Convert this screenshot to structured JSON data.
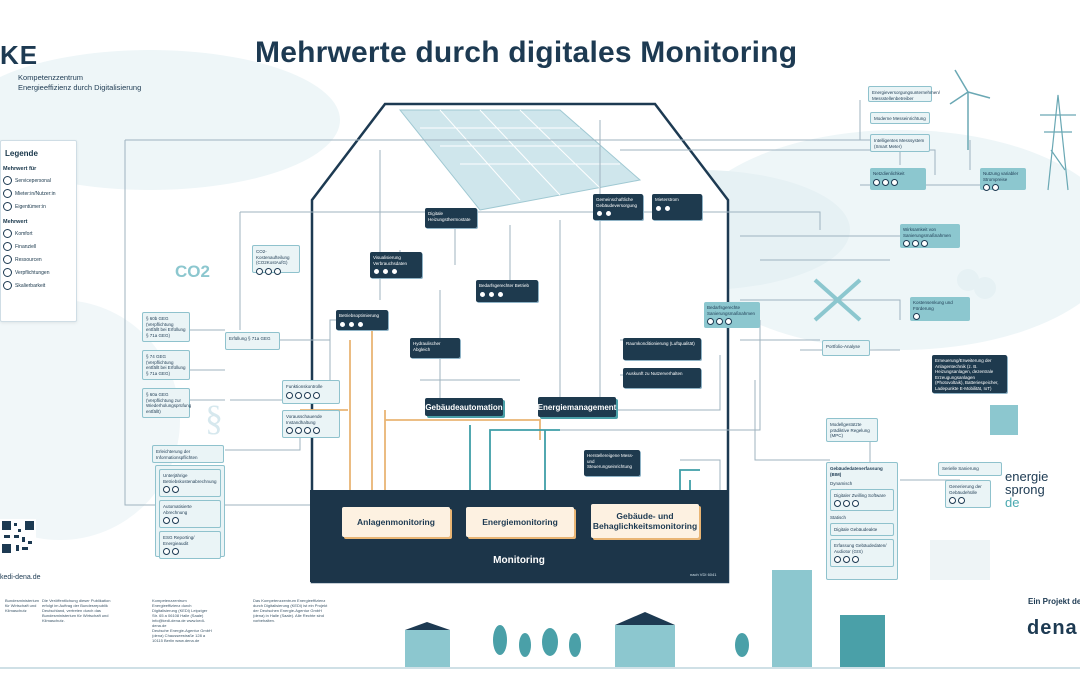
{
  "title": "Mehrwerte durch digitales Monitoring",
  "logo": {
    "mark": "KE",
    "line1": "Kompetenzzentrum",
    "line2": "Energieeffizienz durch Digitalisierung"
  },
  "legend": {
    "title": "Legende",
    "benefit_for_heading": "Mehrwert für",
    "benefit_for": [
      "Servicepersonal",
      "Mieter:in/Nutzer:in",
      "Eigentümer:in"
    ],
    "value_heading": "Mehrwert",
    "values": [
      "Komfort",
      "Finanziell",
      "Ressourcen",
      "Verpflichtungen",
      "Skalierbarkeit"
    ]
  },
  "monitoring": {
    "label": "Monitoring",
    "note": "nach VDI 6041",
    "boxes": [
      "Anlagenmonitoring",
      "Energiemonitoring",
      "Gebäude- und Behaglichkeitsmonitoring"
    ]
  },
  "management": [
    "Gebäudeautomation",
    "Energiemanagement"
  ],
  "nodes": {
    "digitale_heizung": "Digitale Heizungsthermostate",
    "visualisierung": "Visualisierung Verbrauchsdaten",
    "bedarfsgerechter_betrieb": "Bedarfsgerechter Betrieb",
    "betriebsoptimierung": "Betriebsoptimierung",
    "hydraulischer_abgleich": "Hydraulischer Abgleich",
    "gemeinschaftliche": "Gemeinschaftliche Gebäudeversorgung",
    "mieterstrom": "Mieterstrom",
    "raumkonditionierung": "Raumkonditionierung (Luftqualität)",
    "auskunft": "Auskunft zu Nutzerverhalten",
    "herstellereigene": "Herstellereigene Mess- und Steuerungseinrichtung",
    "funktionskontrolle": "Funktionskontrolle",
    "vorausschauende": "Vorausschauende Instandhaltung",
    "erfuellung_geg": "Erfüllung § 71a GEG",
    "co2_kosten": "CO2-Kostenaufteilung (CO2KostAufG)",
    "geg_1": "§ 60b GEG (Verpflichtung entfällt bei Erfüllung § 71a GEG)",
    "geg_2": "§ 74 GEG (Verpflichtung entfällt bei Erfüllung § 71a GEG)",
    "geg_3": "§ 60a GEG (Verpflichtung zur Wiederholungsprüfung entfällt)",
    "erleichterung": "Erleichterung der Informationspflichten",
    "unterjaehrige": "Unterjährige Betriebskostenabrechnung",
    "automatisierte": "Automatisierte Abrechnung",
    "esg": "ESG Reporting/ Energieaudit",
    "energieversorger": "Energieversorgungsunternehmen/ Messstellenbetreiber",
    "moderne": "Moderne Messeinrichtung",
    "intelligentes": "Intelligentes Messsystem (Smart Meter)",
    "netzdienlichkeit": "Netzdienlichkeit",
    "nutzung_variabler": "Nutzung variabler Strompreise",
    "wirksamkeit": "Wirksamkeit von Sanierungsmaßnahmen",
    "bedarfsgerechte_sanierung": "Bedarfsgerechte Sanierungsmaßnahmen",
    "kostensenkung": "Kostensenkung und Förderung",
    "portfolio": "Portfolio-Analyse",
    "erneuerung": "Erneuerung/Erweiterung der Anlagentechnik (z. B. Heizungsanlagen, dezentrale Erzeugungsanlagen (Photovoltaik), Batteriespeicher, Ladepunkte E-Mobilität, IoT)",
    "modellgestuetzte": "Modellgestützte prädiktive Regelung (MPC)",
    "gebaeudedatenerfassung": "Gebäudedatenerfassung (BIM)",
    "dynamisch": "Dynamisch",
    "digital_zwilling": "Digitaler Zwilling Software",
    "statisch": "Statisch",
    "digitale_gebaeudeakte": "Digitale Gebäudeakte",
    "erfassung_gebaeudedaten": "Erfassung Gebäudedaten/ Audiotor (GIS)",
    "serielle_sanierung": "Serielle Sanierung",
    "generierung": "Generierung der Gebäudehülle"
  },
  "energiesprong": {
    "line1": "energie",
    "line2": "sprong",
    "line3": "de"
  },
  "co2_label": "CO2",
  "website": "kedi-dena.de",
  "ein_projekt": "Ein Projekt der",
  "dena": "dena",
  "footer": {
    "ministry": "Bundesministerium für Wirtschaft und Klimaschutz",
    "text1": "Die Veröffentlichung dieser Publikation erfolgt im Auftrag der Bundesrepublik Deutschland, vertreten durch das Bundesministerium für Wirtschaft und Klimaschutz.",
    "text2": "Kompetenzzentrum Energieeffizienz durch Digitalisierung (KEDi) Leipziger Str. 65 a 06108 Halle (Saale) info@kedi-dena.de www.kedi-dena.de",
    "text3": "Deutsche Energie-Agentur GmbH (dena) Chausseestraße 128 a 10115 Berlin www.dena.de",
    "text4": "Das Kompetenzzentrum Energieeffizienz durch Digitalisierung (KEDi) ist ein Projekt der Deutschen Energie-Agentur GmbH (dena) in Halle (Saale). Alle Rechte sind vorbehalten."
  },
  "colors": {
    "navy": "#1e3a4e",
    "teal": "#8cc7cf",
    "orange": "#e9b574",
    "line": "#9fb3bf"
  }
}
